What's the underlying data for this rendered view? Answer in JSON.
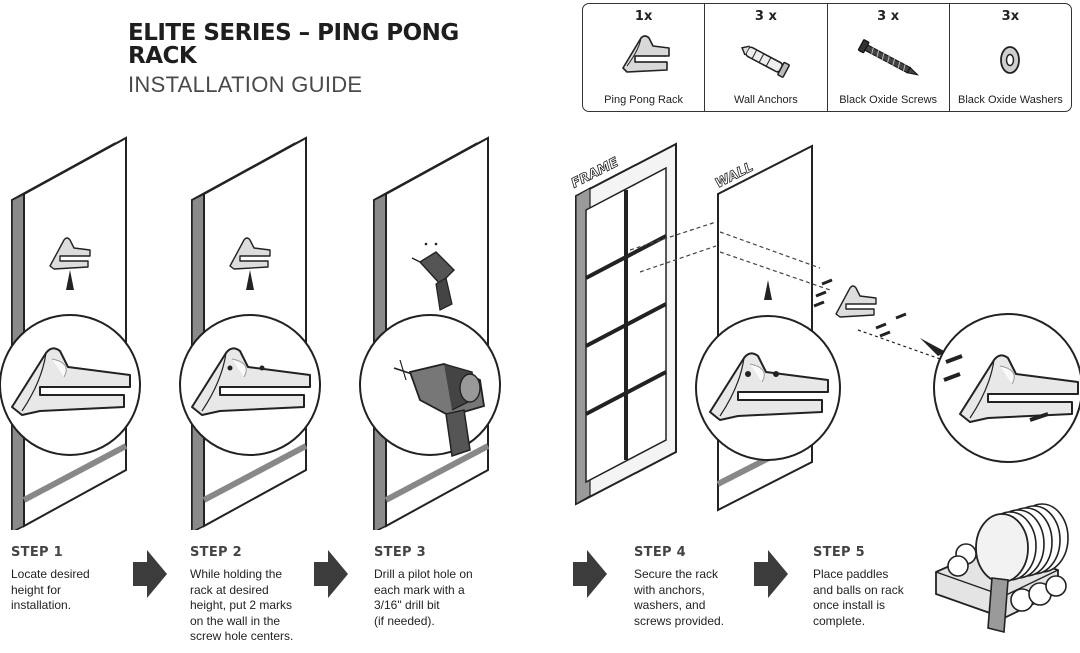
{
  "title": {
    "main_line1": "ELITE SERIES – PING PONG",
    "main_line2": "RACK",
    "subtitle": "INSTALLATION GUIDE"
  },
  "parts": [
    {
      "qty": "1x",
      "name": "Ping Pong Rack",
      "icon": "rack-icon"
    },
    {
      "qty": "3 x",
      "name": "Wall Anchors",
      "icon": "wall-anchor-icon"
    },
    {
      "qty": "3 x",
      "name": "Black Oxide Screws",
      "icon": "screw-icon"
    },
    {
      "qty": "3x",
      "name": "Black Oxide Washers",
      "icon": "washer-icon"
    }
  ],
  "labels": {
    "frame": "FRAME",
    "wall": "WALL"
  },
  "steps": [
    {
      "head": "STEP 1",
      "lines": [
        "Locate desired",
        "height for",
        "installation."
      ]
    },
    {
      "head": "STEP 2",
      "lines": [
        "While holding the",
        "rack at desired",
        "height, put 2 marks",
        "on the wall in the",
        "screw hole centers."
      ]
    },
    {
      "head": "STEP 3",
      "lines": [
        "Drill a pilot hole on",
        "each mark with a",
        "3/16\" drill bit",
        "(if needed)."
      ]
    },
    {
      "head": "STEP 4",
      "lines": [
        "Secure the rack",
        "with anchors,",
        "washers, and",
        "screws provided."
      ]
    },
    {
      "head": "STEP 5",
      "lines": [
        "Place paddles",
        "and balls on rack",
        "once install is",
        "complete."
      ]
    }
  ],
  "colors": {
    "ink": "#222222",
    "panel_gray": "#8a8a8a",
    "arrow_gray": "#3c3c3c"
  }
}
